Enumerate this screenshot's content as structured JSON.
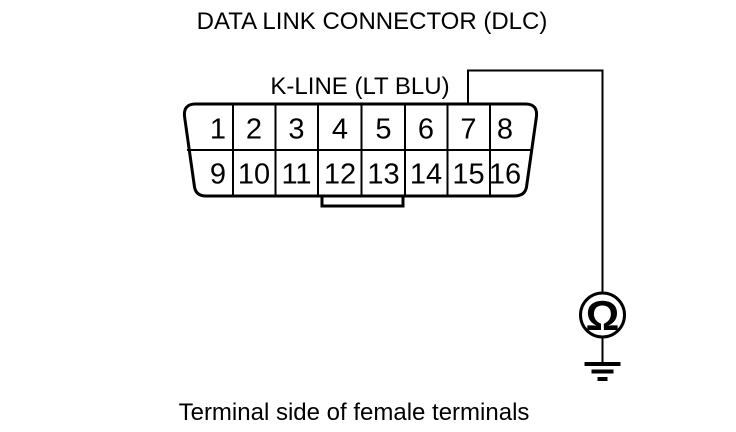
{
  "page": {
    "background": "#ffffff",
    "ink": "#000000"
  },
  "diagram": {
    "title": "DATA LINK CONNECTOR (DLC)",
    "wire_label": "K-LINE (LT BLU)",
    "caption": "Terminal side of female terminals",
    "connector": {
      "type": "16-pin data link connector, terminal side of female terminals",
      "wire_attached_to_pin": "7",
      "pins": {
        "top": [
          "1",
          "2",
          "3",
          "4",
          "5",
          "6",
          "7",
          "8"
        ],
        "bottom": [
          "9",
          "10",
          "11",
          "12",
          "13",
          "14",
          "15",
          "16"
        ]
      }
    },
    "meter": {
      "symbol": "Ω",
      "meaning": "ohmmeter"
    },
    "ground": {
      "meaning": "body ground symbol"
    }
  }
}
